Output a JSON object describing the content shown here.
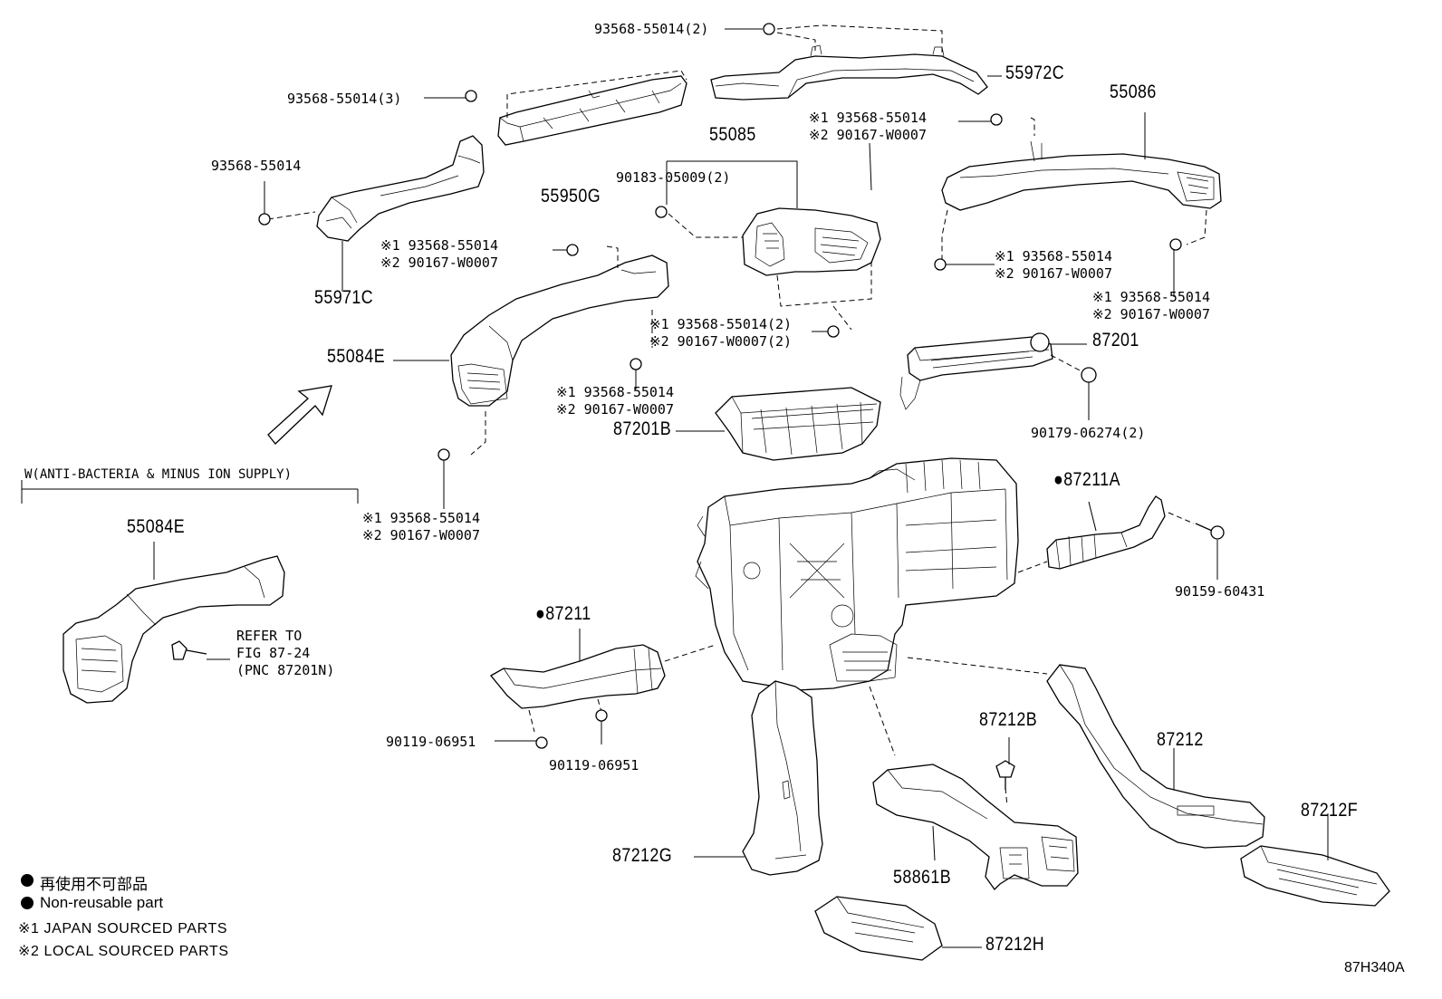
{
  "parts": {
    "p55972C": "55972C",
    "p55086": "55086",
    "p55950G": "55950G",
    "p55085": "55085",
    "p55971C": "55971C",
    "p55084E_top": "55084E",
    "p55084E_alt": "55084E",
    "p87201": "87201",
    "p87201B": "87201B",
    "p87211A": "●87211A",
    "p87211": "●87211",
    "p87212B": "87212B",
    "p87212": "87212",
    "p87212F": "87212F",
    "p87212G": "87212G",
    "p58861B": "58861B",
    "p87212H": "87212H"
  },
  "fasteners": {
    "f_top_2": "93568-55014(2)",
    "f_top_3": "93568-55014(3)",
    "f_55971": "93568-55014",
    "f_90183": "90183-05009(2)",
    "f_r1_a": "※1 93568-55014",
    "f_r1_b": "※2 90167-W0007",
    "f_m1_a": "※1 93568-55014",
    "f_m1_b": "※2 90167-W0007",
    "f_r2_a": "※1 93568-55014",
    "f_r2_b": "※2 90167-W0007",
    "f_r3_a": "※1 93568-55014",
    "f_r3_b": "※2 90167-W0007",
    "f_c2_a": "※1 93568-55014(2)",
    "f_c2_b": "※2 90167-W0007(2)",
    "f_c1_a": "※1 93568-55014",
    "f_c1_b": "※2 90167-W0007",
    "f_l1_a": "※1 93568-55014",
    "f_l1_b": "※2 90167-W0007",
    "f_90179": "90179-06274(2)",
    "f_90159": "90159-60431",
    "f_90119_a": "90119-06951",
    "f_90119_b": "90119-06951"
  },
  "variant_header": "W(ANTI-BACTERIA & MINUS ION SUPPLY)",
  "refer": {
    "line1": "REFER TO",
    "line2": "FIG 87-24",
    "line3": "(PNC 87201N)"
  },
  "legend": {
    "row1": "再使用不可部品",
    "row2": "Non-reusable part",
    "row3": "※1  JAPAN SOURCED PARTS",
    "row4": "※2  LOCAL SOURCED PARTS"
  },
  "diagram_code": "87H340A"
}
